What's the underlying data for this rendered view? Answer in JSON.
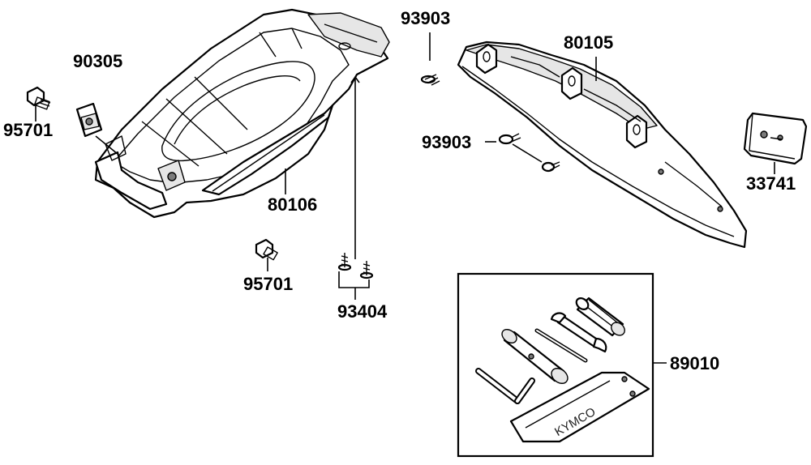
{
  "labels": {
    "p95701_top": "95701",
    "p90305": "90305",
    "p93903_top": "93903",
    "p80105": "80105",
    "p93903_mid": "93903",
    "p33741": "33741",
    "p80106": "80106",
    "p95701_bot": "95701",
    "p93404": "93404",
    "p89010": "89010"
  },
  "toolkit": {
    "brand": "KYMCO"
  }
}
